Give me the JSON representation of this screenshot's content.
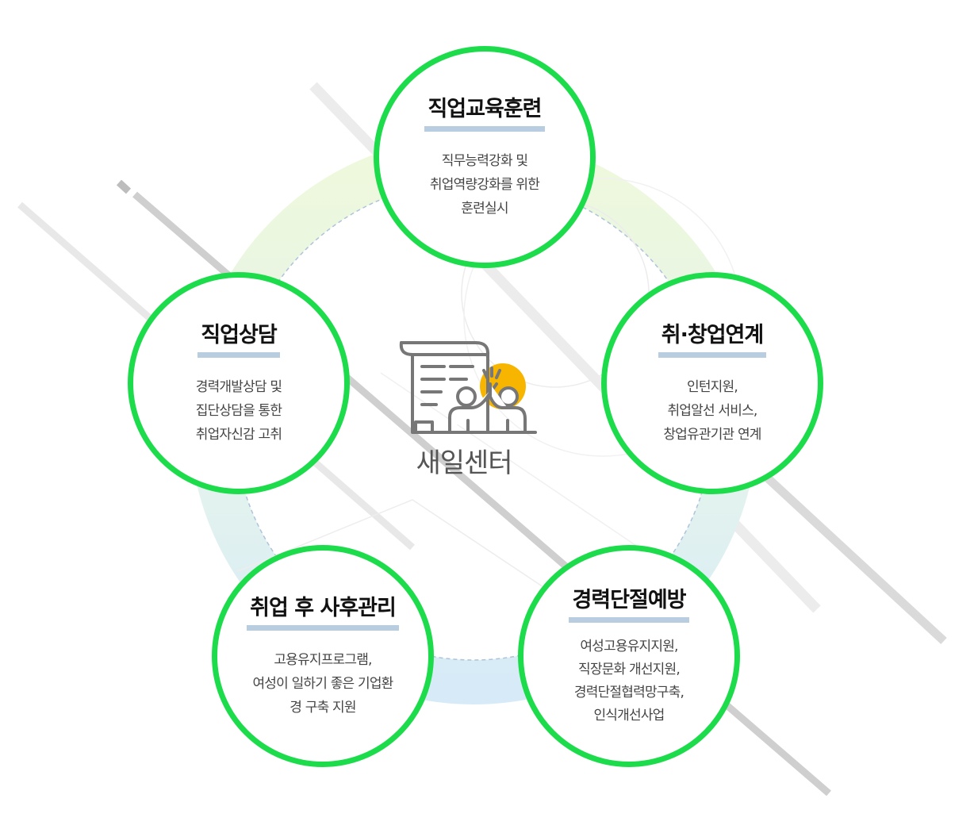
{
  "center": {
    "label": "새일센터",
    "icon": "teamwork-high-five-icon",
    "accent_color": "#f7b500"
  },
  "colors": {
    "circle_border": "#1ddc4b",
    "title_underline": "#b8cde0",
    "ring_top": "#e9f6d8",
    "ring_bottom": "#d8ecf8"
  },
  "nodes": [
    {
      "id": "job-training",
      "title": "직업교육훈련",
      "lines": [
        "직무능력강화 및",
        "취업역량강화를 위한",
        "훈련실시"
      ]
    },
    {
      "id": "employment-link",
      "title": "취·창업연계",
      "lines": [
        "인턴지원,",
        "취업알선 서비스,",
        "창업유관기관 연계"
      ]
    },
    {
      "id": "career-break-prevention",
      "title": "경력단절예방",
      "lines": [
        "여성고용유지지원,",
        "직장문화 개선지원,",
        "경력단절협력망구축,",
        "인식개선사업"
      ]
    },
    {
      "id": "post-employment-care",
      "title": "취업 후 사후관리",
      "lines": [
        "고용유지프로그램,",
        "여성이 일하기 좋은 기업환",
        "경 구축 지원"
      ]
    },
    {
      "id": "job-counseling",
      "title": "직업상담",
      "lines": [
        "경력개발상담 및",
        "집단상담을 통한",
        "취업자신감 고취"
      ]
    }
  ]
}
